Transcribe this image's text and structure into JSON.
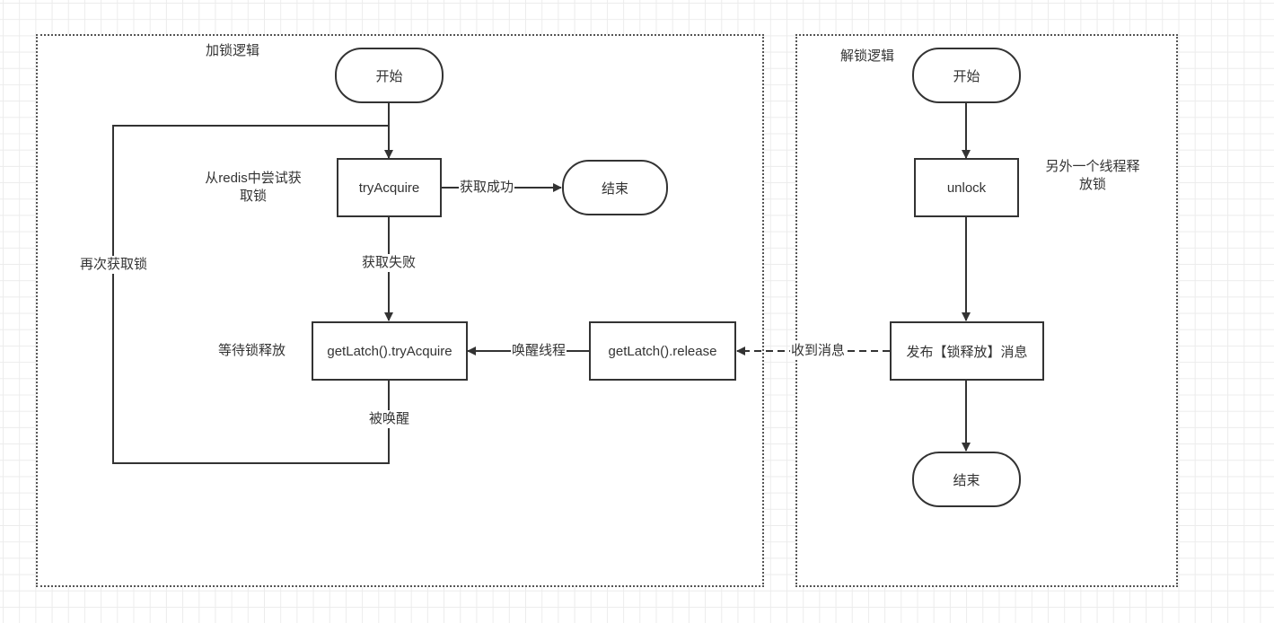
{
  "lock_section": {
    "title": "加锁逻辑",
    "start": "开始",
    "try_acquire": "tryAcquire",
    "try_acquire_note_line1": "从redis中尝试获",
    "try_acquire_note_line2": "取锁",
    "success_edge": "获取成功",
    "end": "结束",
    "fail_edge": "获取失败",
    "latch_acquire": "getLatch().tryAcquire",
    "latch_acquire_note": "等待锁释放",
    "wakeup_edge": "被唤醒",
    "retry_edge": "再次获取锁",
    "latch_release": "getLatch().release",
    "wake_thread_edge": "唤醒线程"
  },
  "unlock_section": {
    "title": "解锁逻辑",
    "start": "开始",
    "unlock": "unlock",
    "unlock_note_line1": "另外一个线程释",
    "unlock_note_line2": "放锁",
    "publish": "发布【锁释放】消息",
    "end": "结束",
    "message_edge": "收到消息"
  },
  "colors": {
    "stroke": "#333333",
    "container_border": "#555555",
    "grid": "#ececec"
  }
}
